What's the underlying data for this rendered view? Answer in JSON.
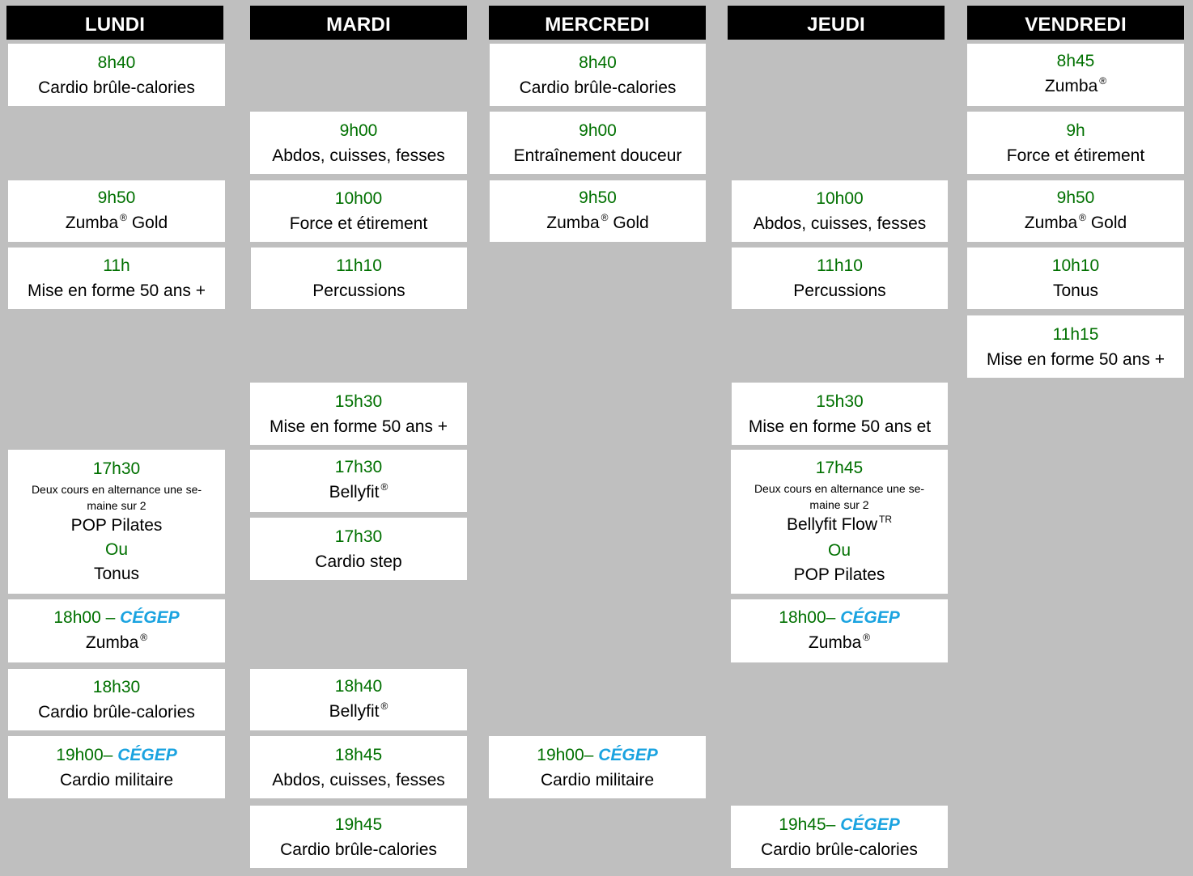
{
  "days": [
    "LUNDI",
    "MARDI",
    "MERCREDI",
    "JEUDI",
    "VENDREDI"
  ],
  "classes": {
    "l1": {
      "time": "8h40",
      "name": "Cardio brûle-calories"
    },
    "l2": {
      "time": "9h50",
      "name": "Zumba",
      "sup": "®",
      "suffix": " Gold"
    },
    "l3": {
      "time": "11h",
      "name": "Mise en forme 50 ans +"
    },
    "l4": {
      "time": "17h30",
      "note": "Deux cours en alternance une se-maine sur 2",
      "name": "POP Pilates",
      "or": "Ou",
      "name2": "Tonus"
    },
    "l5": {
      "time": "18h00 – ",
      "cegep": "CÉGEP",
      "name": "Zumba",
      "sup": "®"
    },
    "l6": {
      "time": "18h30",
      "name": "Cardio brûle-calories"
    },
    "l7": {
      "time": "19h00– ",
      "cegep": "CÉGEP",
      "name": "Cardio militaire"
    },
    "m1": {
      "time": "9h00",
      "name": "Abdos, cuisses, fesses"
    },
    "m2": {
      "time": "10h00",
      "name": "Force et étirement"
    },
    "m3": {
      "time": "11h10",
      "name": "Percussions"
    },
    "m4": {
      "time": "15h30",
      "name": "Mise en forme 50 ans +"
    },
    "m5": {
      "time": "17h30",
      "name": "Bellyfit",
      "sup": "®"
    },
    "m6": {
      "time": "17h30",
      "name": "Cardio step"
    },
    "m7": {
      "time": "18h40",
      "name": "Bellyfit",
      "sup": "®"
    },
    "m8": {
      "time": "18h45",
      "name": "Abdos, cuisses, fesses"
    },
    "m9": {
      "time": "19h45",
      "name": "Cardio brûle-calories"
    },
    "w1": {
      "time": "8h40",
      "name": "Cardio brûle-calories"
    },
    "w2": {
      "time": "9h00",
      "name": "Entraînement douceur"
    },
    "w3": {
      "time": "9h50",
      "name": "Zumba",
      "sup": "®",
      "suffix": " Gold"
    },
    "w4": {
      "time": "19h00– ",
      "cegep": "CÉGEP",
      "name": "Cardio militaire"
    },
    "j1": {
      "time": "10h00",
      "name": "Abdos, cuisses, fesses"
    },
    "j2": {
      "time": "11h10",
      "name": "Percussions"
    },
    "j3": {
      "time": "15h30",
      "name": "Mise en forme 50 ans et"
    },
    "j4": {
      "time": "17h45",
      "note": "Deux cours en alternance une se-maine sur 2",
      "name": "Bellyfit Flow",
      "sup": "TR",
      "or": "Ou",
      "name2": "POP Pilates"
    },
    "j5": {
      "time": "18h00– ",
      "cegep": "CÉGEP",
      "name": "Zumba",
      "sup": "®"
    },
    "j6": {
      "time": "19h45– ",
      "cegep": "CÉGEP",
      "name": "Cardio brûle-calories"
    },
    "v1": {
      "time": "8h45",
      "name": "Zumba",
      "sup": "®"
    },
    "v2": {
      "time": "9h",
      "name": "Force et étirement"
    },
    "v3": {
      "time": "9h50",
      "name": "Zumba",
      "sup": "®",
      "suffix": " Gold"
    },
    "v4": {
      "time": "10h10",
      "name": "Tonus"
    },
    "v5": {
      "time": "11h15",
      "name": "Mise en forme 50 ans +"
    }
  }
}
